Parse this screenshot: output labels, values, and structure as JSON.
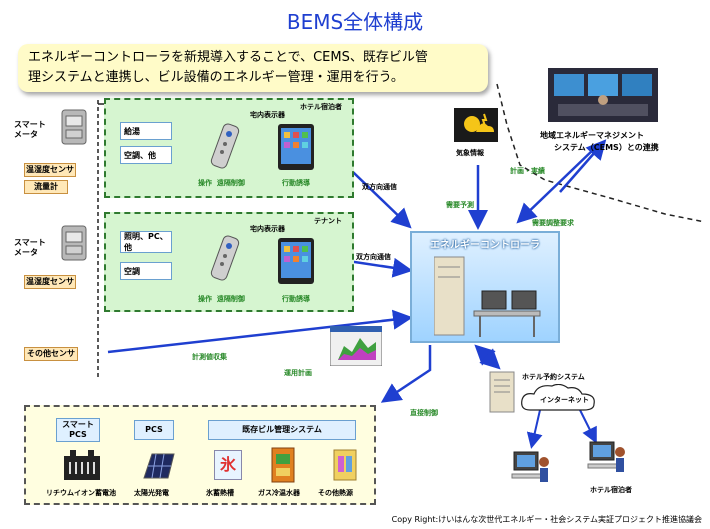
{
  "title": "BEMS全体構成",
  "banner": {
    "line1": "エネルギーコントローラを新規導入することで、CEMS、既存ビル管",
    "line2": "理システムと連携し、ビル設備のエネルギー管理・運用を行う。"
  },
  "left": {
    "meter1_label_1": "スマート",
    "meter1_label_2": "メータ",
    "sensor_temp_1": "温湿度センサ",
    "flow_meter": "流量計",
    "meter2_label_1": "スマート",
    "meter2_label_2": "メータ",
    "sensor_temp_2": "温湿度センサ",
    "other_sensor": "その他センサ"
  },
  "hotel_group": {
    "title": "ホテル宿泊者",
    "item1": "給湯",
    "item2": "空調、他",
    "display_label": "宅内表示器",
    "operation": "操作",
    "remote": "遠隔制御",
    "action": "行動誘導"
  },
  "tenant_group": {
    "title": "テナント",
    "item1": "照明、PC、他",
    "item2": "空調",
    "display_label": "宅内表示器",
    "operation": "操作",
    "remote": "遠隔制御",
    "action": "行動誘導"
  },
  "links": {
    "bidirectional_1": "双方向通信",
    "bidirectional_2": "双方向通信",
    "demand_forecast": "需要予測",
    "demand_adjust": "需要調整要求",
    "plan_result": "計画・実績",
    "measure_collect": "計測値収集",
    "operation_plan": "運用計画",
    "direct_control": "直接制御"
  },
  "weather": "気象情報",
  "cems": {
    "line1": "地域エネルギーマネジメント",
    "line2": "システム（CEMS）との連携"
  },
  "controller": "エネルギーコントローラ",
  "hotel_reservation": "ホテル予約システム",
  "internet": "インターネット",
  "hotel_guest": "ホテル宿泊者",
  "bottom": {
    "smart_pcs_1": "スマート",
    "smart_pcs_2": "PCS",
    "pcs": "PCS",
    "existing": "既存ビル管理システム",
    "icon1": "リチウムイオン蓄電池",
    "icon2": "太陽光発電",
    "icon3": "氷蓄熱槽",
    "icon4": "ガス冷温水器",
    "icon5": "その他熱源",
    "ice_char": "氷"
  },
  "copyright": "Copy Right:けいはんな次世代エネルギー・社会システム実証プロジェクト推進協議会",
  "colors": {
    "title": "#1f3fd0",
    "arrow": "#1f3fd0",
    "group_bg": "#d6f5d0"
  }
}
